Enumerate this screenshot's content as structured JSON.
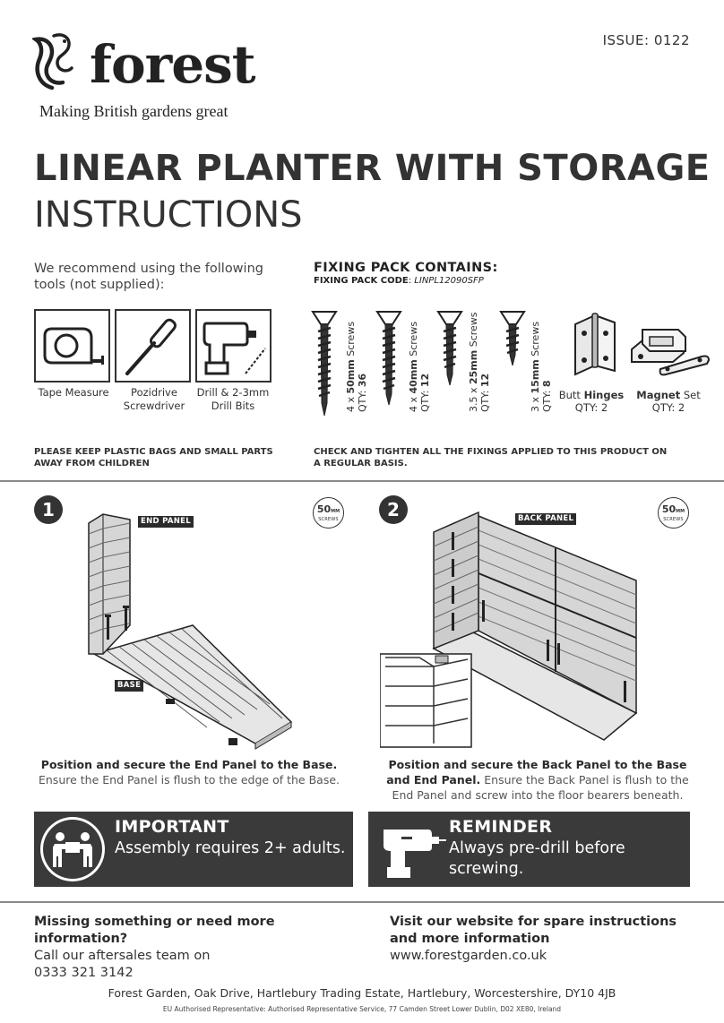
{
  "header": {
    "brand": "forest",
    "tagline": "Making British gardens great",
    "issue": "ISSUE: 0122",
    "title": "LINEAR PLANTER WITH STORAGE",
    "subtitle": "INSTRUCTIONS"
  },
  "tools": {
    "intro": "We recommend using the following tools (not supplied):",
    "items": [
      {
        "icon": "tape-measure-icon",
        "label_line1": "Tape Measure",
        "label_line2": ""
      },
      {
        "icon": "screwdriver-icon",
        "label_line1": "Pozidrive",
        "label_line2": "Screwdriver"
      },
      {
        "icon": "drill-icon",
        "label_line1": "Drill & 2-3mm",
        "label_line2": "Drill Bits"
      }
    ]
  },
  "fixing_pack": {
    "title": "FIXING PACK CONTAINS:",
    "code_label": "FIXING PACK CODE",
    "code_value": "LINPL12090SFP",
    "screws": [
      {
        "size": "4 x ",
        "length": "50mm",
        "unit": " Screws",
        "qty_label": "QTY: ",
        "qty": "36"
      },
      {
        "size": "4 x ",
        "length": "40mm",
        "unit": " Screws",
        "qty_label": "QTY: ",
        "qty": "12"
      },
      {
        "size": "3.5 x ",
        "length": "25mm",
        "unit": " Screws",
        "qty_label": "QTY: ",
        "qty": "12"
      },
      {
        "size": "3 x ",
        "length": "15mm",
        "unit": " Screws",
        "qty_label": "QTY: ",
        "qty": "8"
      }
    ],
    "hinges": {
      "pre": "Butt ",
      "bold": "Hinges",
      "qty": "QTY: 2"
    },
    "magnets": {
      "bold": "Magnet",
      "post": " Set",
      "qty": "QTY: 2"
    }
  },
  "warnings": {
    "left": "PLEASE KEEP PLASTIC BAGS AND SMALL PARTS AWAY FROM CHILDREN",
    "right": "CHECK AND TIGHTEN ALL THE FIXINGS APPLIED TO THIS PRODUCT ON A REGULAR BASIS."
  },
  "steps": [
    {
      "number": "1",
      "badge_value": "50",
      "badge_unit": "MM",
      "badge_sub": "SCREWS",
      "tags": [
        "END PANEL",
        "BASE"
      ],
      "caption_bold": "Position and secure the End Panel to the Base.",
      "caption_rest": " Ensure the End Panel is flush to the edge of the Base."
    },
    {
      "number": "2",
      "badge_value": "50",
      "badge_unit": "MM",
      "badge_sub": "SCREWS",
      "tags": [
        "BACK PANEL"
      ],
      "caption_bold": "Position and secure the Back Panel to the Base and End Panel.",
      "caption_rest": " Ensure the Back Panel is flush to the End Panel and screw into the floor bearers beneath."
    }
  ],
  "banners": {
    "important": {
      "title": "IMPORTANT",
      "text": "Assembly requires 2+ adults.",
      "icon": "two-people-carrying-icon"
    },
    "reminder": {
      "title": "REMINDER",
      "text": "Always pre-drill before screwing.",
      "icon": "drill-icon"
    }
  },
  "contact": {
    "left_heading": "Missing something or need more information?",
    "left_line1": "Call our aftersales team on",
    "phone": "0333 321 3142",
    "right_heading": "Visit our website for spare instructions and more information",
    "website": "www.forestgarden.co.uk"
  },
  "footer": {
    "address": "Forest Garden, Oak Drive, Hartlebury Trading Estate, Hartlebury, Worcestershire, DY10 4JB",
    "eu_rep": "EU Authorised Representative: Authorised Representative Service, 77 Camden Street Lower Dublin, D02 XE80, Ireland"
  },
  "colors": {
    "text_dark": "#2b2b2b",
    "banner_bg": "#3a3a3a",
    "rule": "#8a8a8a",
    "panel_fill": "#dcdcdc"
  }
}
